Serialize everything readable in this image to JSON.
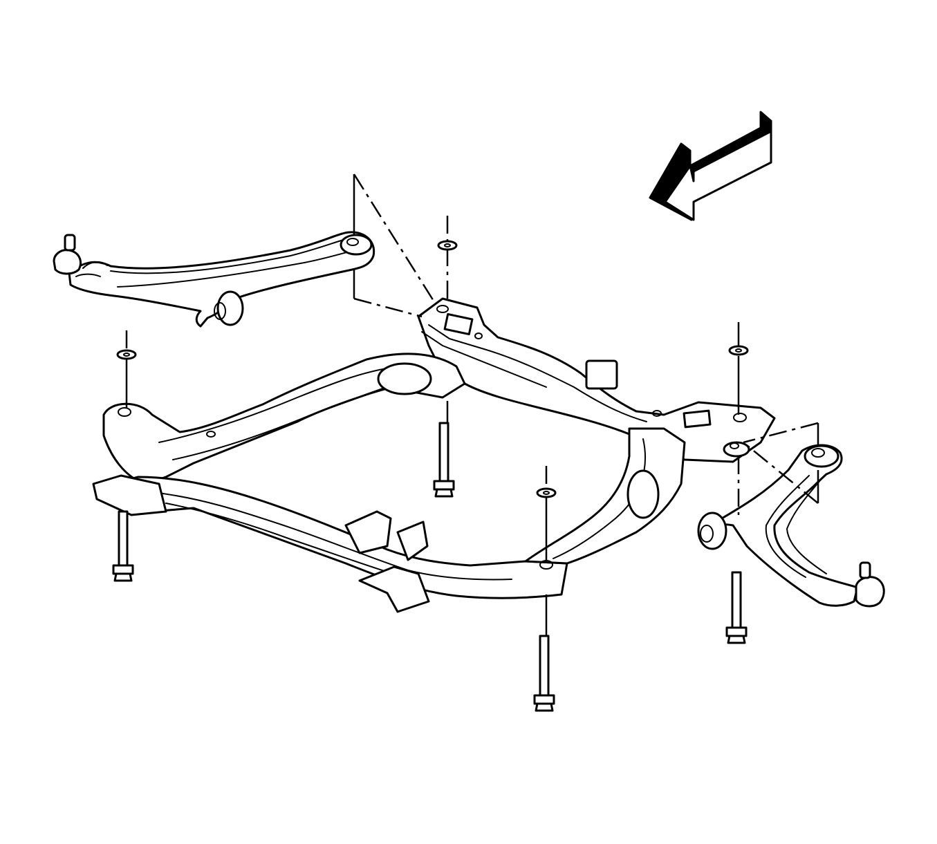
{
  "diagram": {
    "colors": {
      "line": "#000000",
      "background": "#ffffff"
    },
    "parts": [
      "front-direction-arrow",
      "subframe-cradle",
      "left-lower-control-arm",
      "right-lower-control-arm",
      "subframe-bolt",
      "control-arm-bolt",
      "washer"
    ]
  }
}
